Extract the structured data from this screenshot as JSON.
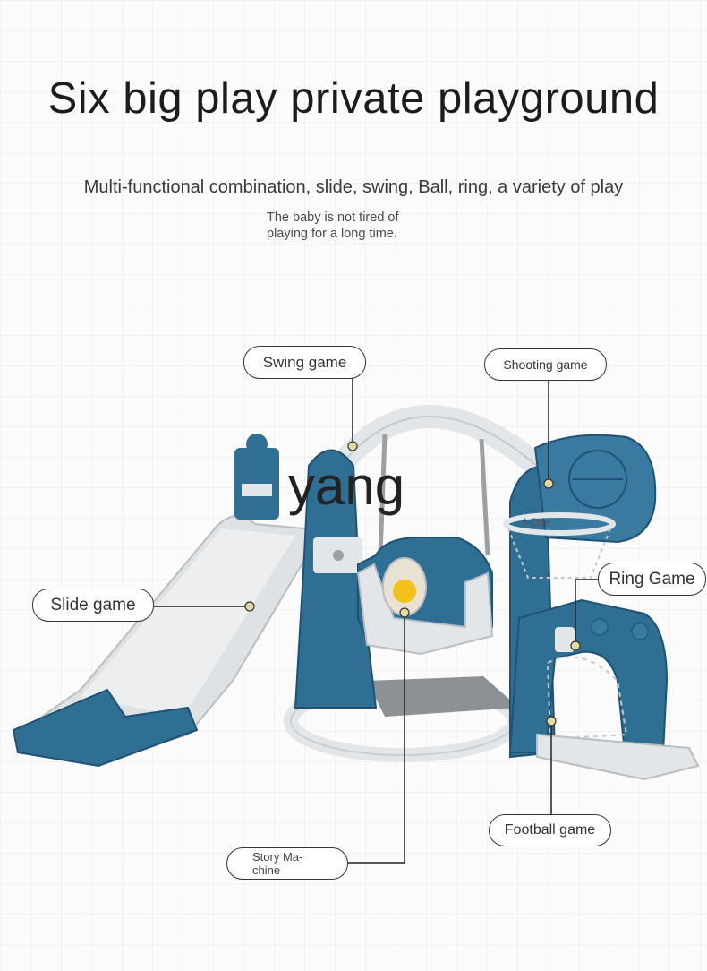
{
  "header": {
    "title": "Six big play private playground",
    "subtitle": "Multi-functional combination, slide, swing, Ball, ring, a variety of play",
    "caption_line1": "The baby is not tired of",
    "caption_line2": "playing for a long time."
  },
  "watermark": "yang",
  "hoop_tag": "I-One",
  "callouts": {
    "swing": "Swing game",
    "shooting": "Shooting game",
    "slide": "Slide game",
    "ring": "Ring Game",
    "football": "Football game",
    "story_line1": "Story Ma-",
    "story_line2": "chine"
  },
  "colors": {
    "blue": "#2f6f94",
    "blue_dark": "#1f5274",
    "white_grey": "#e3e6e8",
    "marker": "#e6d9a0"
  }
}
